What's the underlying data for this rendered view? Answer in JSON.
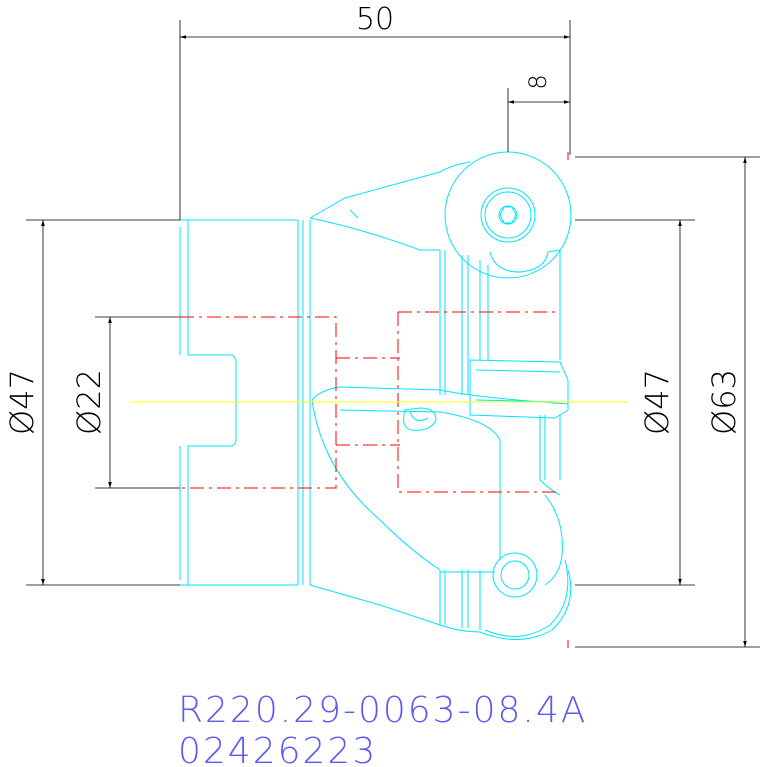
{
  "dimensions": {
    "overall_length": "50",
    "insert_offset": "8",
    "left_outer_diameter": "Ø47",
    "bore_diameter": "Ø22",
    "right_inner_diameter": "Ø47",
    "cutting_diameter": "Ø63"
  },
  "part_number": "R220.29-0063-08.4A",
  "item_code": "02426223",
  "colors": {
    "outline": "#00e5ff",
    "hidden_lines": "#ff0000",
    "center_line": "#ffff00",
    "dimension_lines": "#000000",
    "part_label": "#5b5bf0"
  }
}
